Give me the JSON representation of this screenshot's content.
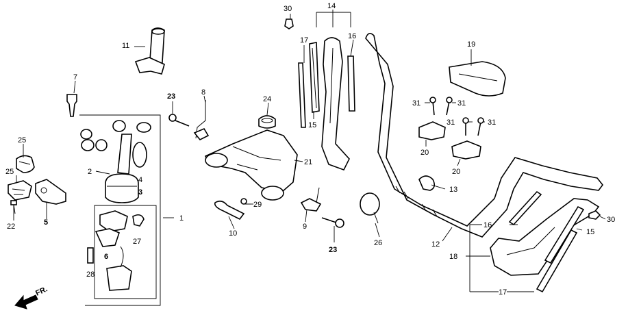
{
  "callouts": {
    "c1": "1",
    "c2": "2",
    "c3": "3",
    "c4": "4",
    "c5": "5",
    "c6": "6",
    "c7": "7",
    "c8": "8",
    "c9": "9",
    "c10": "10",
    "c11": "11",
    "c12": "12",
    "c13": "13",
    "c14": "14",
    "c15a": "15",
    "c15b": "15",
    "c16a": "16",
    "c16b": "16",
    "c17a": "17",
    "c17b": "17",
    "c18": "18",
    "c19": "19",
    "c20a": "20",
    "c20b": "20",
    "c21": "21",
    "c22": "22",
    "c23a": "23",
    "c23b": "23",
    "c24": "24",
    "c25a": "25",
    "c25b": "25",
    "c26": "26",
    "c27": "27",
    "c28": "28",
    "c29": "29",
    "c30a": "30",
    "c30b": "30",
    "c31a": "31",
    "c31b": "31",
    "c31c": "31",
    "c31d": "31"
  },
  "direction_label": "FR."
}
